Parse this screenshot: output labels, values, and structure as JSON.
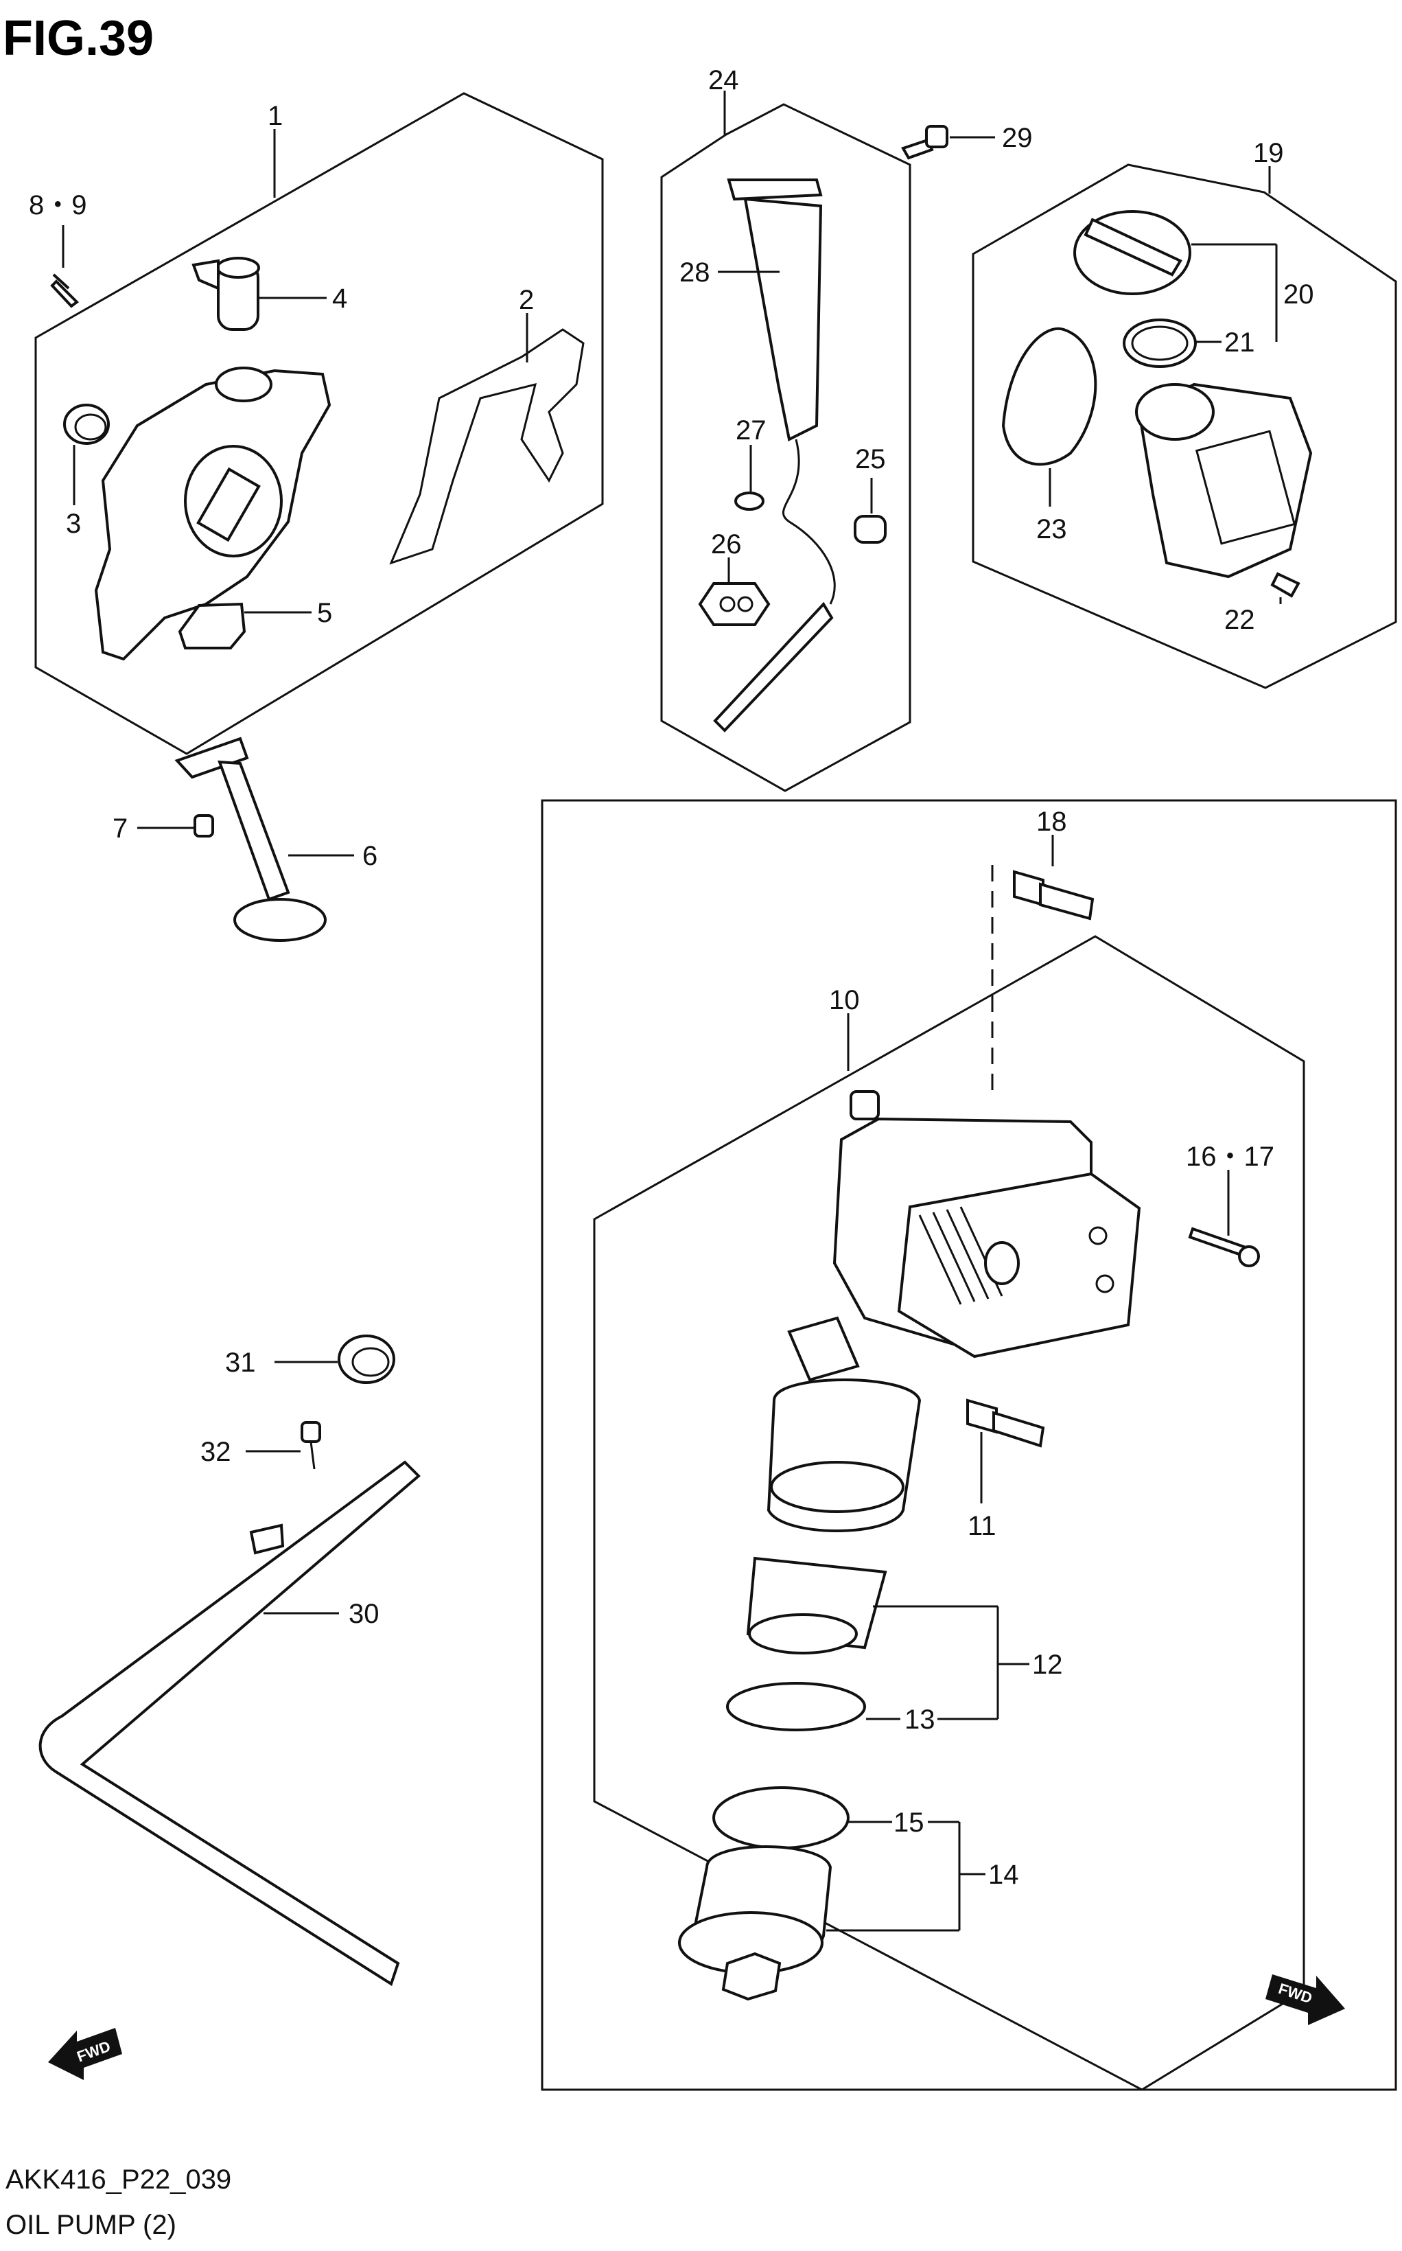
{
  "figure": {
    "title": "FIG.39"
  },
  "footer": {
    "code": "AKK416_P22_039",
    "caption": "OIL PUMP (2)"
  },
  "callouts": {
    "c1": "1",
    "c2": "2",
    "c3": "3",
    "c4": "4",
    "c5": "5",
    "c6": "6",
    "c7": "7",
    "c89": "8・9",
    "c10": "10",
    "c11": "11",
    "c12": "12",
    "c13": "13",
    "c14": "14",
    "c15": "15",
    "c1617": "16・17",
    "c18": "18",
    "c19": "19",
    "c20": "20",
    "c21": "21",
    "c22": "22",
    "c23": "23",
    "c24": "24",
    "c25": "25",
    "c26": "26",
    "c27": "27",
    "c28": "28",
    "c29": "29",
    "c30": "30",
    "c31": "31",
    "c32": "32"
  },
  "fwd": {
    "left": "FWD",
    "right": "FWD"
  }
}
